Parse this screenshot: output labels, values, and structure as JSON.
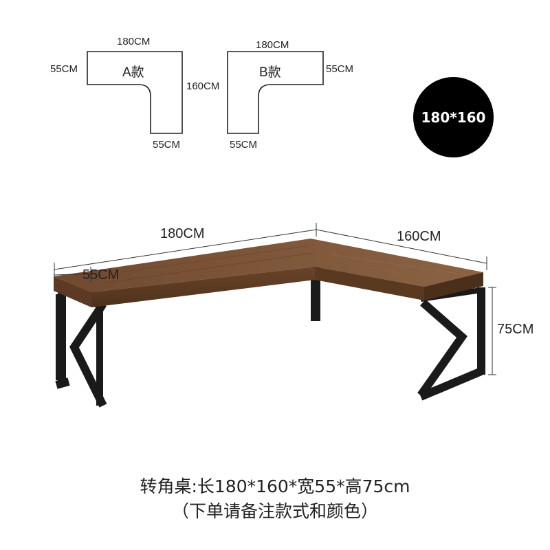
{
  "diagram_a": {
    "label": "A款",
    "top_width": "180CM",
    "left_depth": "55CM",
    "right_length": "160CM",
    "bottom_depth": "55CM"
  },
  "diagram_b": {
    "label": "B款",
    "top_width": "180CM",
    "right_depth": "55CM",
    "bottom_depth": "55CM"
  },
  "badge": "180*160",
  "desk_dims": {
    "length": "180CM",
    "depth": "55CM",
    "side_length": "160CM",
    "height": "75CM"
  },
  "caption": {
    "line1": "转角桌:长180*160*宽55*高75cm",
    "line2": "（下单请备注款式和颜色）"
  },
  "colors": {
    "wood": "#7a5338",
    "wood_edge": "#5a3a24",
    "frame": "#1a1a1a",
    "badge_bg": "#000000"
  }
}
